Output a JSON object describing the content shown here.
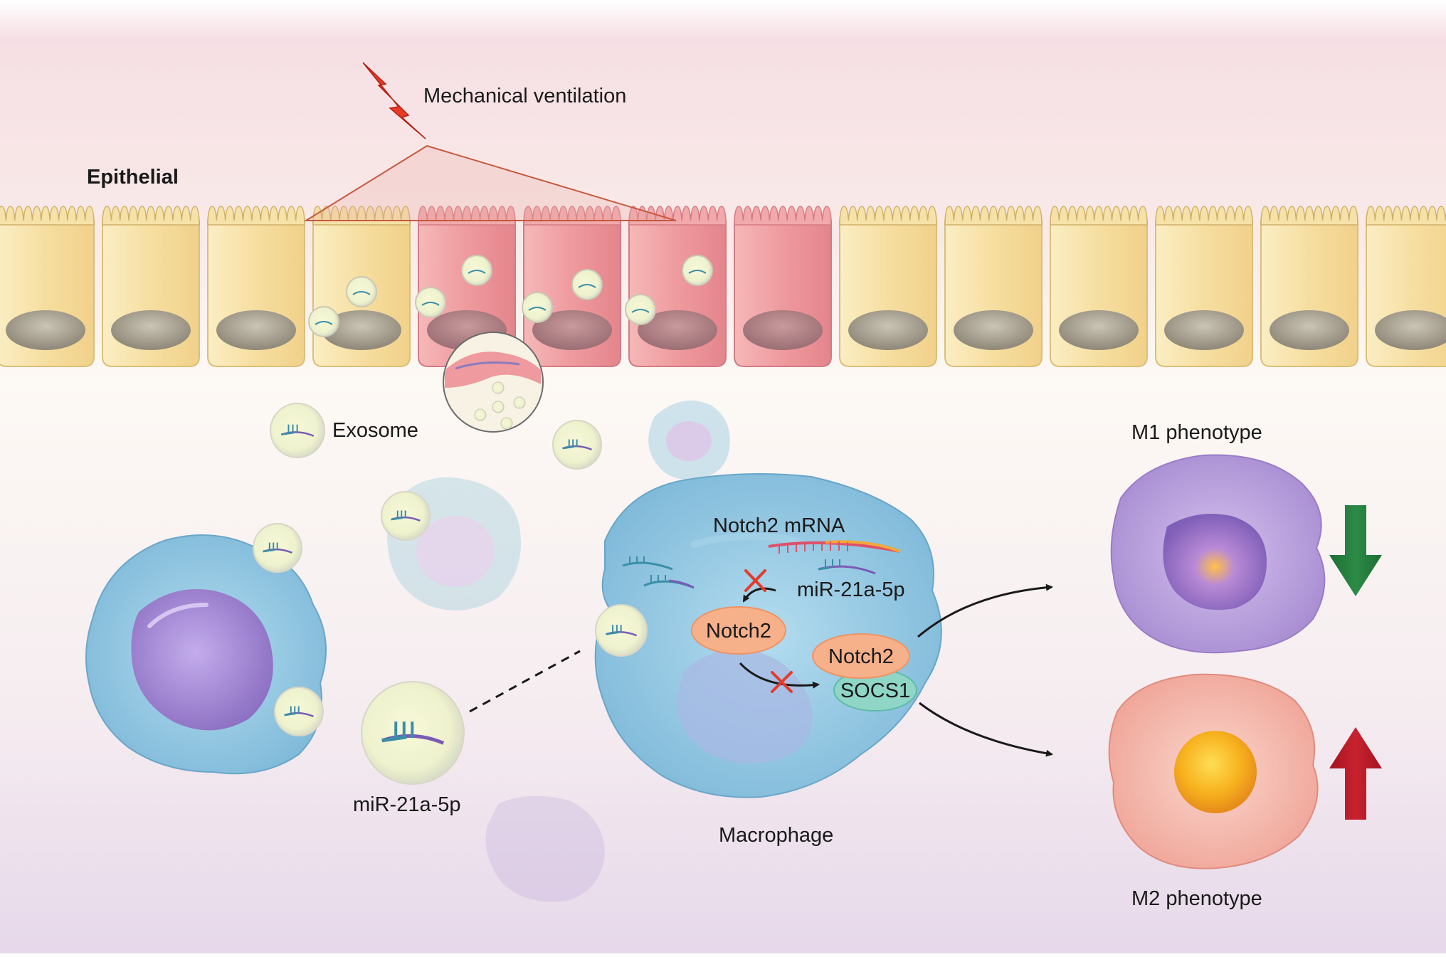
{
  "labels": {
    "mechanical_ventilation": "Mechanical ventilation",
    "epithelial": "Epithelial",
    "exosome": "Exosome",
    "mirna_left": "miR-21a-5p",
    "notch2_mrna": "Notch2 mRNA",
    "mirna_inside": "miR-21a-5p",
    "notch2_a": "Notch2",
    "notch2_b": "Notch2",
    "socs1": "SOCS1",
    "macrophage": "Macrophage",
    "m1": "M1 phenotype",
    "m2": "M2 phenotype"
  },
  "colors": {
    "background_top": "#f6dfe4",
    "background_mid": "#fdf9f4",
    "background_bottom": "#e6d8ea",
    "normal_cell": "#f7e3a8",
    "injured_cell": "#ef9aa0",
    "nucleus_normal": "#a69f90",
    "macrophage": "#8ec6e0",
    "nucleus_purple": "#a58ad0",
    "exosome": "#eef3cf",
    "notch2_pill": "#f6b08a",
    "socs1_pill": "#8fd6c6",
    "m1_cell": "#b59ad8",
    "m2_cell": "#f3a79c",
    "down_arrow": "#1f7a3a",
    "up_arrow": "#b81d2a",
    "lightning": "#e83a24",
    "inhibit_x": "#e23b2c"
  },
  "icons": {
    "lightning": "lightning-bolt-icon",
    "inhibition": "x-mark-icon",
    "down": "arrow-down-icon",
    "up": "arrow-up-icon"
  }
}
